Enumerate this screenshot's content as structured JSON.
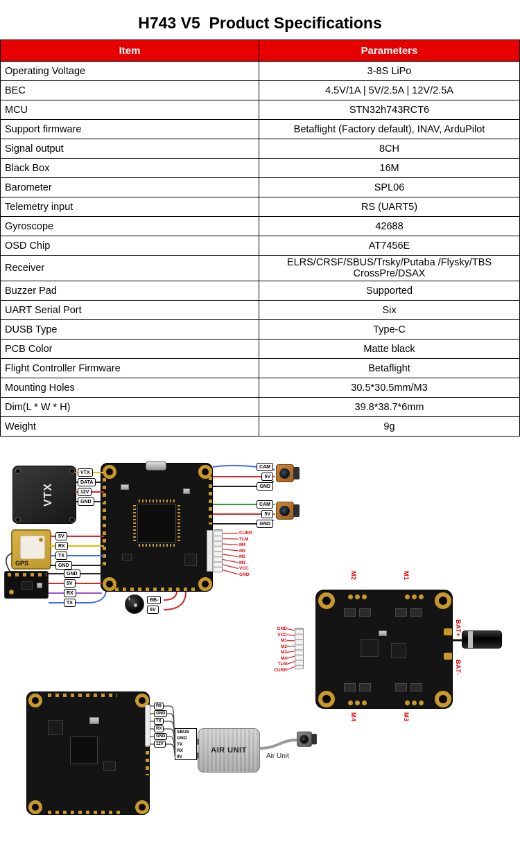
{
  "colors": {
    "header_red": "#e60000",
    "pin_label_red": "#e8000b",
    "pcb_black": "#141414",
    "pad_gold": "#c9982a"
  },
  "title": "H743 V5  Product Specifications",
  "spec_table": {
    "headers": {
      "item": "Item",
      "parameters": "Parameters"
    },
    "rows": [
      {
        "item": "Operating Voltage",
        "value": "3-8S LiPo"
      },
      {
        "item": "BEC",
        "value": "4.5V/1A | 5V/2.5A | 12V/2.5A"
      },
      {
        "item": "MCU",
        "value": "STN32h743RCT6"
      },
      {
        "item": "Support firmware",
        "value": "Betaflight (Factory default), INAV, ArduPilot"
      },
      {
        "item": "Signal output",
        "value": "8CH"
      },
      {
        "item": "Black Box",
        "value": "16M"
      },
      {
        "item": "Barometer",
        "value": "SPL06"
      },
      {
        "item": "Telemetry input",
        "value": "RS (UART5)"
      },
      {
        "item": "Gyroscope",
        "value": "42688"
      },
      {
        "item": "OSD Chip",
        "value": "AT7456E"
      },
      {
        "item": "Receiver",
        "value": "ELRS/CRSF/SBUS/Trsky/Putaba /Flysky/TBS\nCrossPre/DSAX"
      },
      {
        "item": "Buzzer Pad",
        "value": "Supported"
      },
      {
        "item": "UART Serial Port",
        "value": "Six"
      },
      {
        "item": "DUSB Type",
        "value": "Type-C"
      },
      {
        "item": "PCB Color",
        "value": "Matte black"
      },
      {
        "item": "Flight Controller Firmware",
        "value": "Betaflight"
      },
      {
        "item": "Mounting Holes",
        "value": "30.5*30.5mm/M3"
      },
      {
        "item": "Dim(L * W * H)",
        "value": "39.8*38.7*6mm"
      },
      {
        "item": "Weight",
        "value": "9g"
      }
    ]
  },
  "diagram": {
    "vtx": {
      "label": "VTX",
      "pins": [
        "VTX",
        "DATA",
        "12V",
        "GND"
      ]
    },
    "gps": {
      "label": "GPS",
      "pins": [
        "5V",
        "RX",
        "TX",
        "GND"
      ]
    },
    "receiver": {
      "pins": [
        "GND",
        "5V",
        "RX",
        "TX"
      ]
    },
    "buzzer": {
      "polarity": "+",
      "pins": [
        "BB-",
        "5V"
      ]
    },
    "camera1": {
      "pins": [
        "CAM",
        "5V",
        "GND"
      ]
    },
    "camera2": {
      "pins": [
        "CAM",
        "5V",
        "GND"
      ]
    },
    "fc_esc_connector": {
      "pins": [
        "CURR",
        "TLM",
        "M4",
        "M3",
        "M2",
        "M1",
        "VCC",
        "GND"
      ]
    },
    "esc_connector": {
      "pins": [
        "GND",
        "VCC",
        "M1",
        "M2",
        "M3",
        "M4",
        "TLM",
        "CURR"
      ]
    },
    "esc": {
      "motors": [
        "M2",
        "M1",
        "M4",
        "M3"
      ],
      "battery": [
        "BAT+",
        "BAT-"
      ]
    },
    "air_unit": {
      "fc_pins": [
        "R8",
        "GND",
        "TX",
        "RX",
        "GND",
        "12V"
      ],
      "unit_pins": [
        "SBUS",
        "GND",
        "TX",
        "RX",
        "9V"
      ],
      "box_label": "AIR UNIT",
      "caption": "Air Unit"
    }
  }
}
